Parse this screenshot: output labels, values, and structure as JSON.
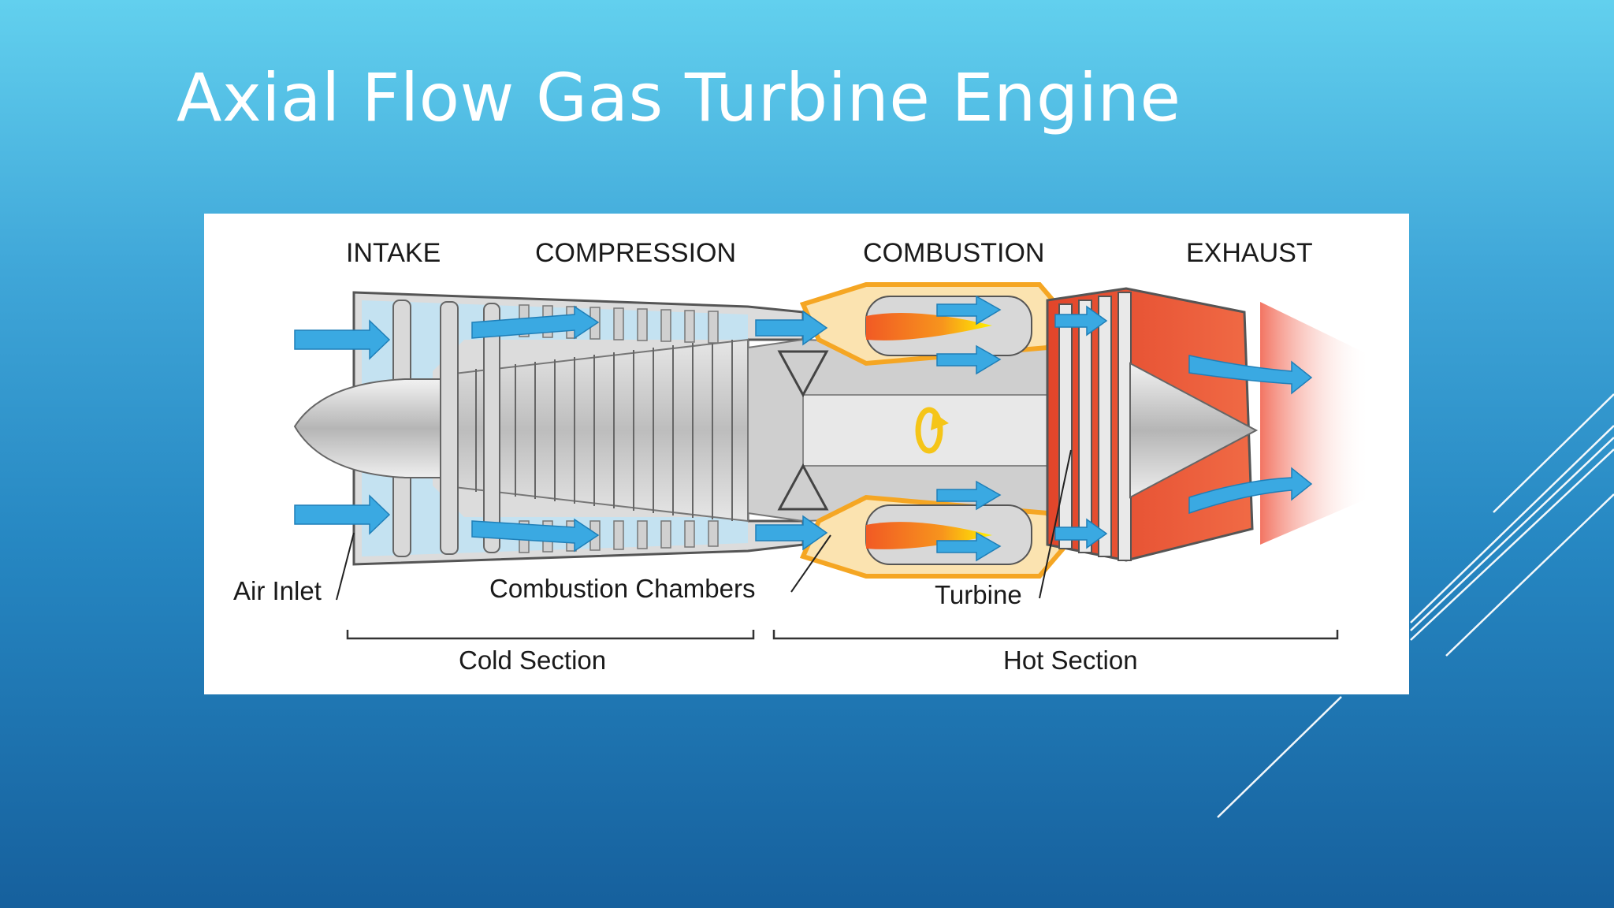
{
  "slide": {
    "title": "Axial Flow Gas Turbine Engine"
  },
  "diagram": {
    "stages": [
      "INTAKE",
      "COMPRESSION",
      "COMBUSTION",
      "EXHAUST"
    ],
    "callouts": {
      "air_inlet": "Air Inlet",
      "combustion_chambers": "Combustion Chambers",
      "turbine": "Turbine"
    },
    "sections": {
      "cold": "Cold Section",
      "hot": "Hot Section"
    }
  },
  "colors": {
    "airflow": "#3aa9e2",
    "casing": "#9a9a9a",
    "combustion": "#f5a623",
    "hot_section": "#e8532f",
    "flame": "#fbc02d"
  }
}
